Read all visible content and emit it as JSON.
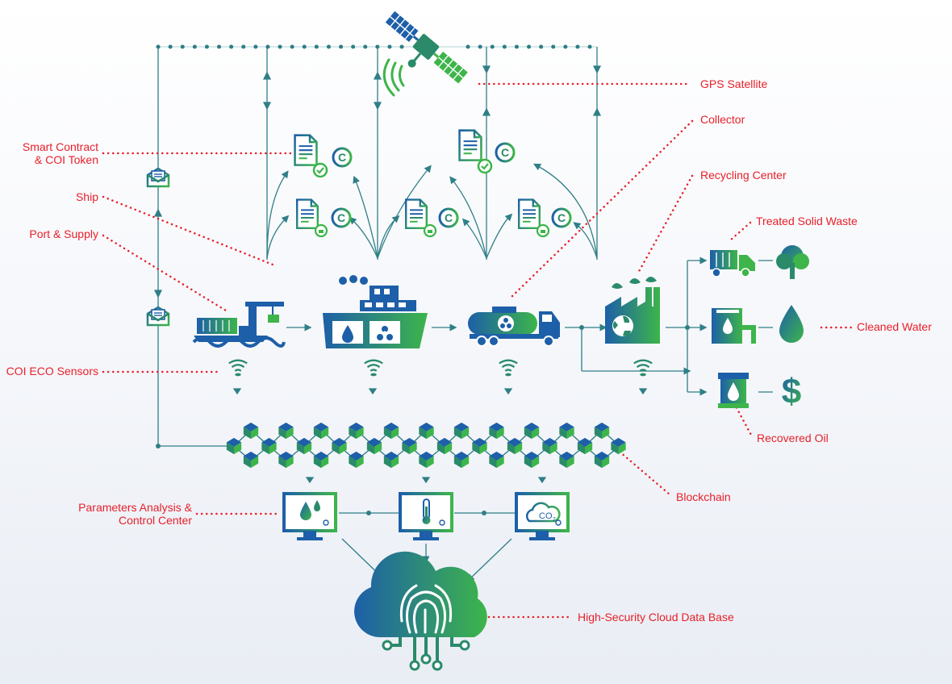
{
  "colors": {
    "accent_red": "#e8202a",
    "line_teal": "#2f7f86",
    "icon_blue": "#1d5fa8",
    "icon_green": "#3db54a"
  },
  "labels": {
    "gps_satellite": "GPS Satellite",
    "collector": "Collector",
    "recycling_center": "Recycling Center",
    "treated_solid_waste": "Treated Solid Waste",
    "cleaned_water": "Cleaned Water",
    "recovered_oil": "Recovered Oil",
    "blockchain": "Blockchain",
    "high_security_cloud": "High-Security Cloud Data Base",
    "smart_contract_line1": "Smart Contract",
    "smart_contract_line2": "& COI Token",
    "ship": "Ship",
    "port_supply": "Port & Supply",
    "coi_eco_sensors": "COI ECO Sensors",
    "parameters_line1": "Parameters Analysis &",
    "parameters_line2": "Control Center"
  },
  "icon_text": {
    "token_symbol": "C",
    "co2": "CO",
    "co2_sub": "2",
    "dollar": "$"
  },
  "icons": [
    "satellite-icon",
    "contract-icon",
    "token-icon",
    "envelope-icon",
    "port-crane-icon",
    "ship-icon",
    "tanker-truck-icon",
    "factory-icon",
    "truck-icon",
    "tree-icon",
    "water-tank-icon",
    "water-drop-icon",
    "oil-barrel-icon",
    "dollar-icon",
    "sensor-icon",
    "blockchain-cube-icon",
    "monitor-icon",
    "thermometer-icon",
    "cloud-fingerprint-icon"
  ]
}
